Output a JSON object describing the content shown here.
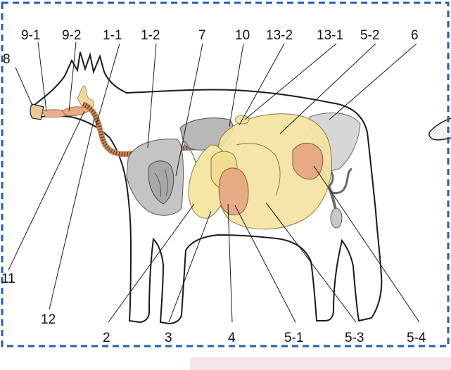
{
  "labels": {
    "l8": "8",
    "l9_1": "9-1",
    "l9_2": "9-2",
    "l1_1": "1-1",
    "l1_2": "1-2",
    "l7": "7",
    "l10": "10",
    "l13_2": "13-2",
    "l13_1": "13-1",
    "l5_2": "5-2",
    "l6": "6",
    "l11": "11",
    "l12": "12",
    "l2": "2",
    "l3": "3",
    "l4": "4",
    "l5_1": "5-1",
    "l5_3": "5-3",
    "l5_4": "5-4"
  },
  "colors": {
    "frame": "#1f5fb3",
    "outline": "#1a1a1a",
    "organ_gray": "#bdbdbd",
    "organ_gray_dark": "#9a9a9a",
    "rumen_yellow": "#f4e3a1",
    "abomasum_orange": "#e6aa84",
    "esophagus": "#c98a5e",
    "mouth_pink": "#e8b090"
  }
}
